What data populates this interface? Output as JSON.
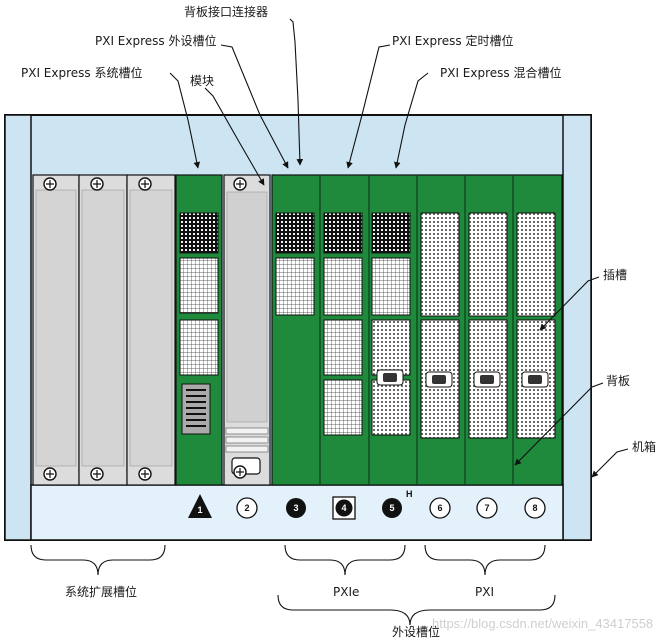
{
  "labels": {
    "backplane_connector": "背板接口连接器",
    "peripheral_slot": "PXI Express 外设槽位",
    "system_slot": "PXI Express 系统槽位",
    "timing_slot": "PXI Express 定时槽位",
    "hybrid_slot": "PXI Express 混合槽位",
    "module": "模块",
    "slot": "插槽",
    "backplane": "背板",
    "chassis": "机箱",
    "system_expansion_slots": "系统扩展槽位",
    "pxie": "PXIe",
    "pxi": "PXI",
    "peripheral_slots": "外设槽位",
    "timing_marker": "H"
  },
  "slot_numbers": [
    "1",
    "2",
    "3",
    "4",
    "5",
    "6",
    "7",
    "8"
  ],
  "watermark": "https://blog.csdn.net/weixin_43417558",
  "colors": {
    "chassis_frame": "#cde4f3",
    "backplane_green": "#1f8a3c",
    "module_gray": "#dcdcdc",
    "outline": "#111111"
  }
}
